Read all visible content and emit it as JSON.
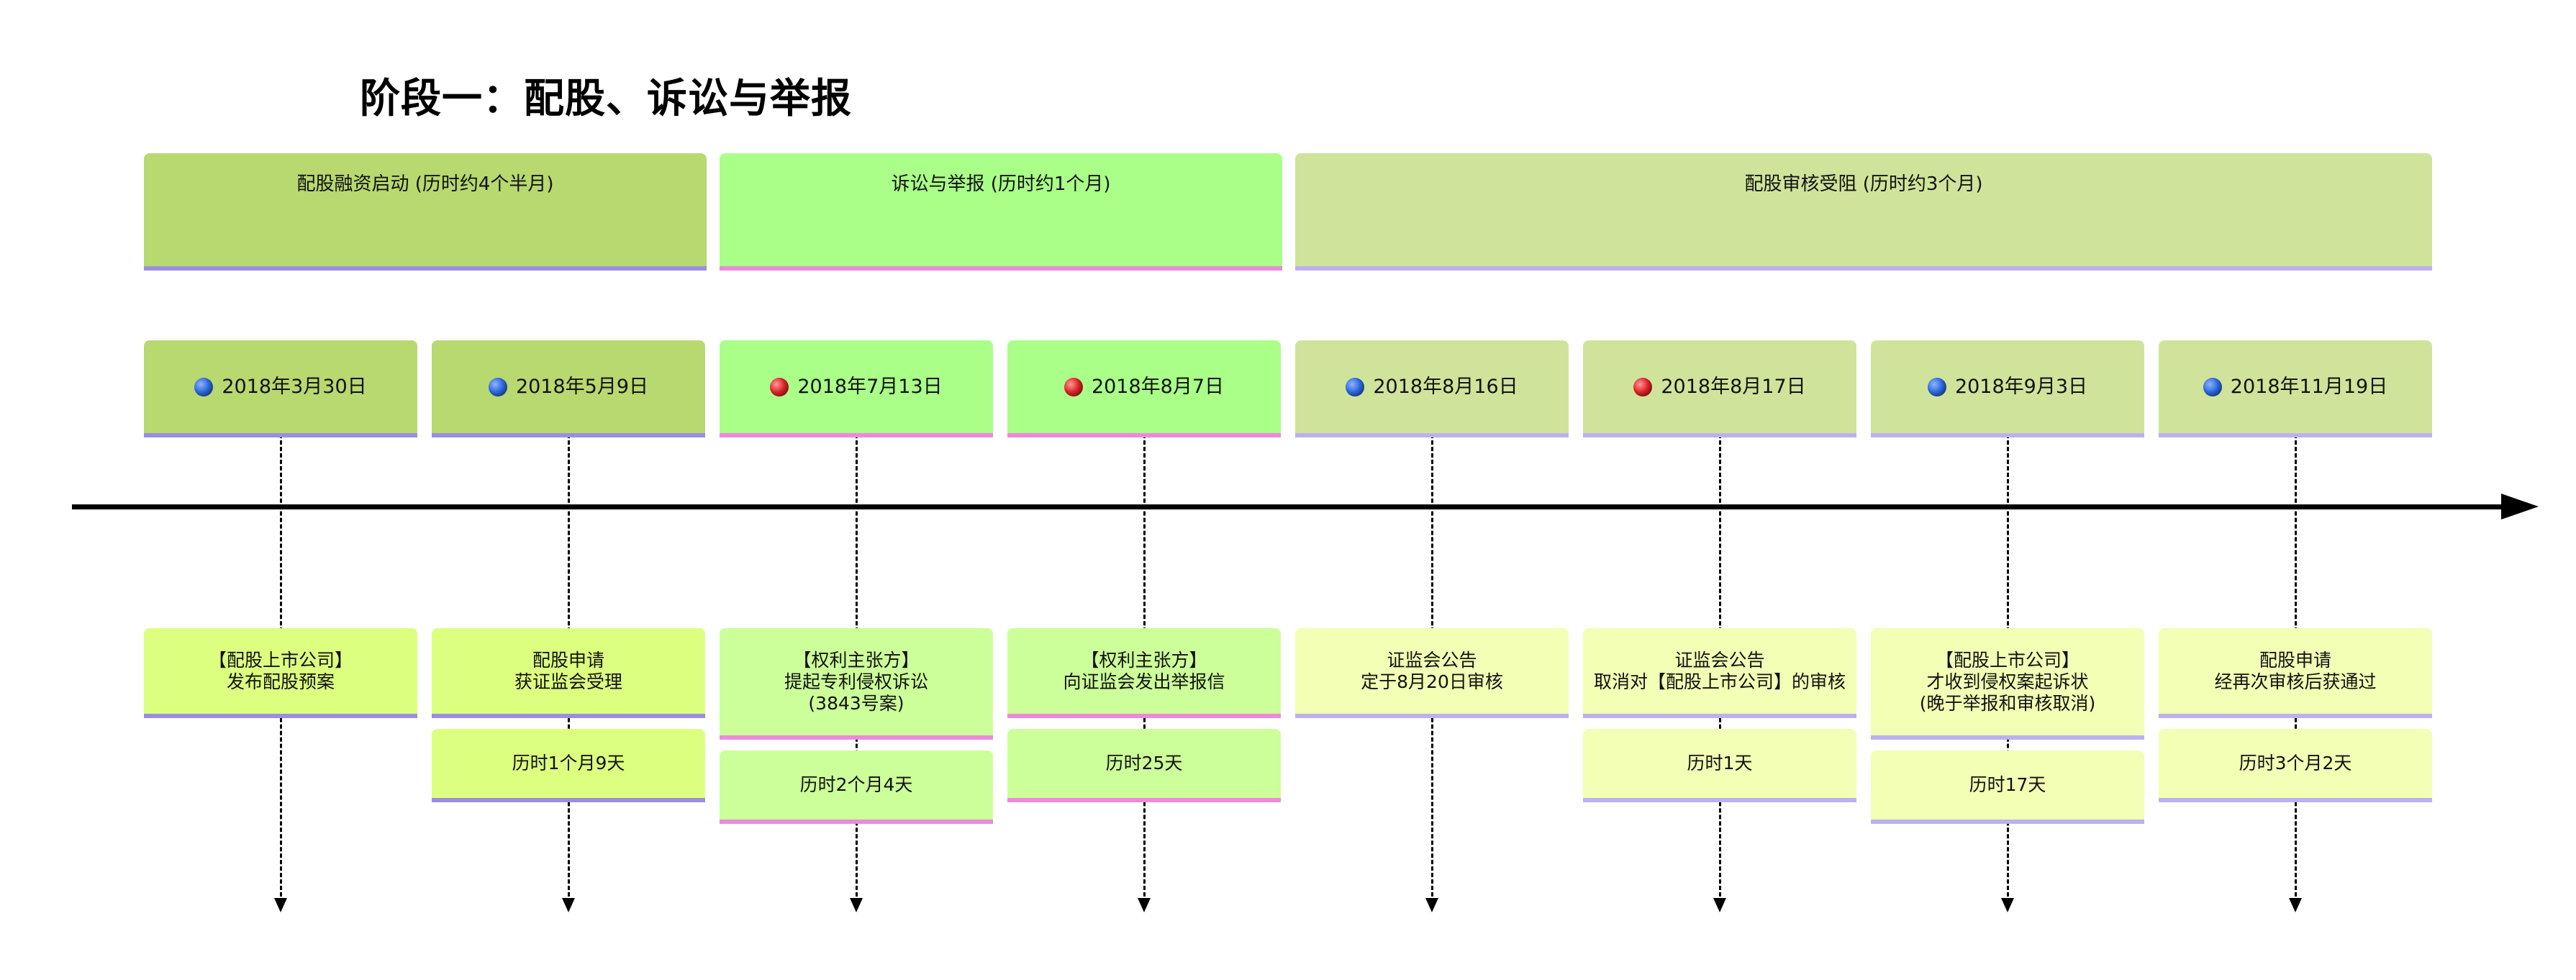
{
  "title": "阶段一：配股、诉讼与举报",
  "phases": [
    {
      "label": "配股融资启动 (历时约4个半月)",
      "fill": "#b8d870",
      "border": "#9b8ee0"
    },
    {
      "label": "诉讼与举报 (历时约1个月)",
      "fill": "#aaff88",
      "border": "#ee88dd"
    },
    {
      "label": "配股审核受阻 (历时约3个月)",
      "fill": "#cfe49a",
      "border": "#bcb0f0"
    }
  ],
  "events": [
    {
      "date": "2018年3月30日",
      "dot": "blue",
      "fill": "#b8d870",
      "border": "#9b8ee0",
      "desc": "【配股上市公司】\n发布配股预案",
      "desc_fill": "#ddff80",
      "desc_border": "#9b8ee0",
      "duration": ""
    },
    {
      "date": "2018年5月9日",
      "dot": "blue",
      "fill": "#b8d870",
      "border": "#9b8ee0",
      "desc": "配股申请\n获证监会受理",
      "desc_fill": "#ddff80",
      "desc_border": "#9b8ee0",
      "duration": "历时1个月9天"
    },
    {
      "date": "2018年7月13日",
      "dot": "red",
      "fill": "#aaff88",
      "border": "#ee88dd",
      "desc": "【权利主张方】\n提起专利侵权诉讼\n(3843号案)",
      "desc_fill": "#ccff99",
      "desc_border": "#ee88dd",
      "duration": "历时2个月4天"
    },
    {
      "date": "2018年8月7日",
      "dot": "red",
      "fill": "#aaff88",
      "border": "#ee88dd",
      "desc": "【权利主张方】\n向证监会发出举报信",
      "desc_fill": "#ccff99",
      "desc_border": "#ee88dd",
      "duration": "历时25天"
    },
    {
      "date": "2018年8月16日",
      "dot": "blue",
      "fill": "#cfe49a",
      "border": "#bcb0f0",
      "desc": "证监会公告\n定于8月20日审核",
      "desc_fill": "#f2ffb4",
      "desc_border": "#bcb0f0",
      "duration": ""
    },
    {
      "date": "2018年8月17日",
      "dot": "red",
      "fill": "#cfe49a",
      "border": "#bcb0f0",
      "desc": "证监会公告\n取消对【配股上市公司】的审核",
      "desc_fill": "#f2ffb4",
      "desc_border": "#bcb0f0",
      "duration": "历时1天"
    },
    {
      "date": "2018年9月3日",
      "dot": "blue",
      "fill": "#cfe49a",
      "border": "#bcb0f0",
      "desc": "【配股上市公司】\n才收到侵权案起诉状\n(晚于举报和审核取消)",
      "desc_fill": "#f2ffb4",
      "desc_border": "#bcb0f0",
      "duration": "历时17天"
    },
    {
      "date": "2018年11月19日",
      "dot": "blue",
      "fill": "#cfe49a",
      "border": "#bcb0f0",
      "desc": "配股申请\n经再次审核后获通过",
      "desc_fill": "#f2ffb4",
      "desc_border": "#bcb0f0",
      "duration": "历时3个月2天"
    }
  ]
}
